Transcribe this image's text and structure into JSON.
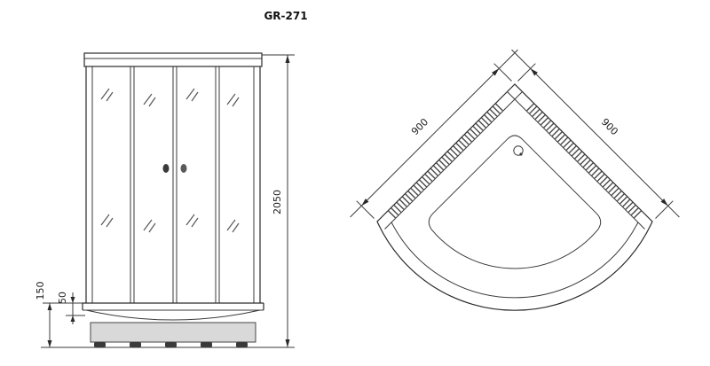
{
  "title": "GR-271",
  "colors": {
    "line": "#2a2a2a",
    "base_fill": "#d9d9d9",
    "feet_fill": "#3a3a3a",
    "background": "#ffffff"
  },
  "front_view": {
    "dimensions": {
      "total_height": "2050",
      "tray_height": "150",
      "tray_step": "50"
    }
  },
  "plan_view": {
    "dimensions": {
      "left_side": "900",
      "right_side": "900"
    }
  }
}
